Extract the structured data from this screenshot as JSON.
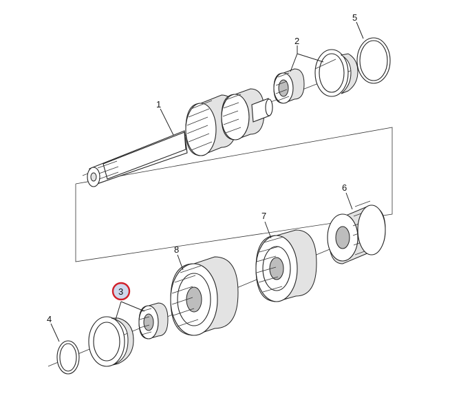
{
  "labels": {
    "shaft": "1",
    "bearing_top": "2",
    "bearing_bottom": "3",
    "snap_ring_bottom": "4",
    "snap_ring_top": "5",
    "gear_6": "6",
    "gear_7": "7",
    "gear_8": "8"
  },
  "highlight": {
    "item": "3",
    "ring_color": "#d0202a",
    "fill_color": "#cfd8ec"
  }
}
